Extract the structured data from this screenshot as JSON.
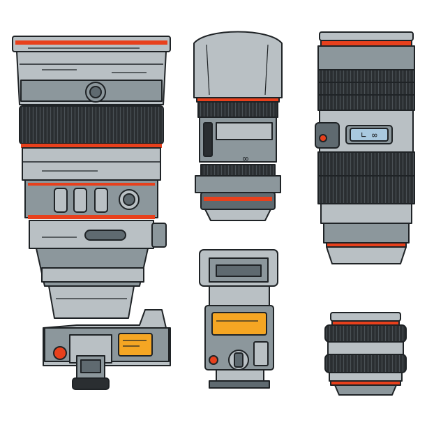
{
  "scene": {
    "background": "#ffffff",
    "palette": {
      "outline": "#1f2326",
      "light_gray": "#b9c0c4",
      "mid_gray": "#8c979c",
      "dark_gray": "#5f6a70",
      "black_ring": "#2a2e31",
      "accent_red": "#e8401c",
      "accent_orange": "#f5a623",
      "lcd_blue": "#a9c9df"
    },
    "items": [
      {
        "name": "telephoto-lens",
        "icon": "telephoto-lens-icon"
      },
      {
        "name": "zoom-lens-with-hood",
        "icon": "zoom-lens-icon"
      },
      {
        "name": "standard-zoom-lens",
        "icon": "standard-lens-icon"
      },
      {
        "name": "camera-body",
        "icon": "camera-icon"
      },
      {
        "name": "speedlight-flash",
        "icon": "flash-icon"
      },
      {
        "name": "prime-lens",
        "icon": "prime-lens-icon"
      }
    ],
    "lens_scale_symbol": "∞",
    "lcd_text": "∟ ∞"
  }
}
